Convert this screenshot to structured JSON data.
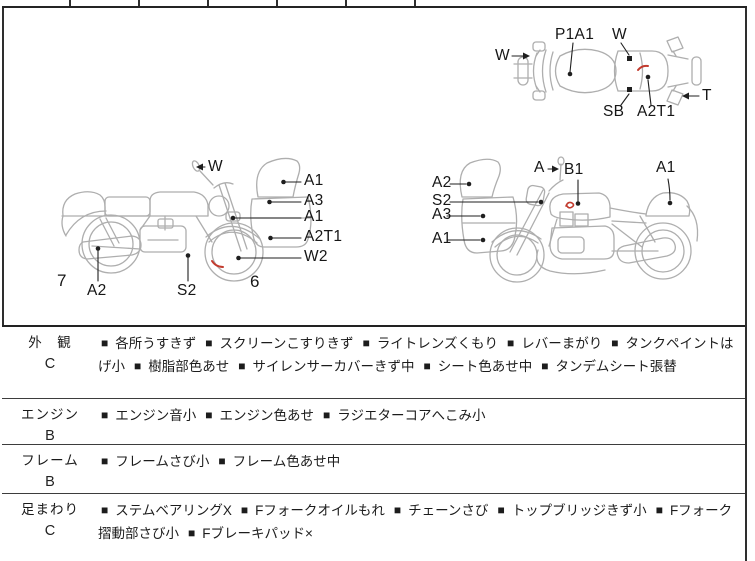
{
  "sheet": {
    "bullet_char": "■",
    "colors": {
      "background": "#ffffff",
      "line_art": "#aeaeae",
      "leader": "#1f1f1f",
      "red_mark": "#c23b2e",
      "border": "#2e2e2e",
      "text": "#1a1a1a"
    }
  },
  "diagrams": {
    "top_view": {
      "labels": {
        "w_left": "W",
        "p1a1": "P1A1",
        "w_top": "W",
        "sb": "SB",
        "a2t1": "A2T1",
        "t": "T"
      }
    },
    "left_side": {
      "labels": {
        "w_mirror": "W",
        "a1_screen": "A1",
        "a3_cowl": "A3",
        "a1_winker": "A1",
        "a2t1_cowl": "A2T1",
        "w2_front_wheel": "W2",
        "num_rear": "7",
        "a2_muffler": "A2",
        "s2_engine": "S2",
        "num_front": "6"
      }
    },
    "right_side": {
      "labels": {
        "a2_screen": "A2",
        "s2_fork": "S2",
        "a3_cowl": "A3",
        "a1_cowl": "A1",
        "a_mirror": "A",
        "b1_tank": "B1",
        "a1_tail": "A1"
      }
    }
  },
  "sections": [
    {
      "label": "外　観",
      "grade": "C",
      "items": [
        "各所うすきず",
        "スクリーンこすりきず",
        "ライトレンズくもり",
        "レバーまがり",
        "タンクペイントはげ小",
        "樹脂部色あせ",
        "サイレンサーカバーきず中",
        "シート色あせ中",
        "タンデムシート張替"
      ]
    },
    {
      "label": "エンジン",
      "grade": "B",
      "items": [
        "エンジン音小",
        "エンジン色あせ",
        "ラジエターコアへこみ小"
      ]
    },
    {
      "label": "フレーム",
      "grade": "B",
      "items": [
        "フレームさび小",
        "フレーム色あせ中"
      ]
    },
    {
      "label": "足まわり",
      "grade": "C",
      "items": [
        "ステムベアリングX",
        "Fフォークオイルもれ",
        "チェーンさび",
        "トップブリッジきず小",
        "Fフォーク摺動部さび小",
        "Fブレーキパッド×"
      ]
    }
  ]
}
